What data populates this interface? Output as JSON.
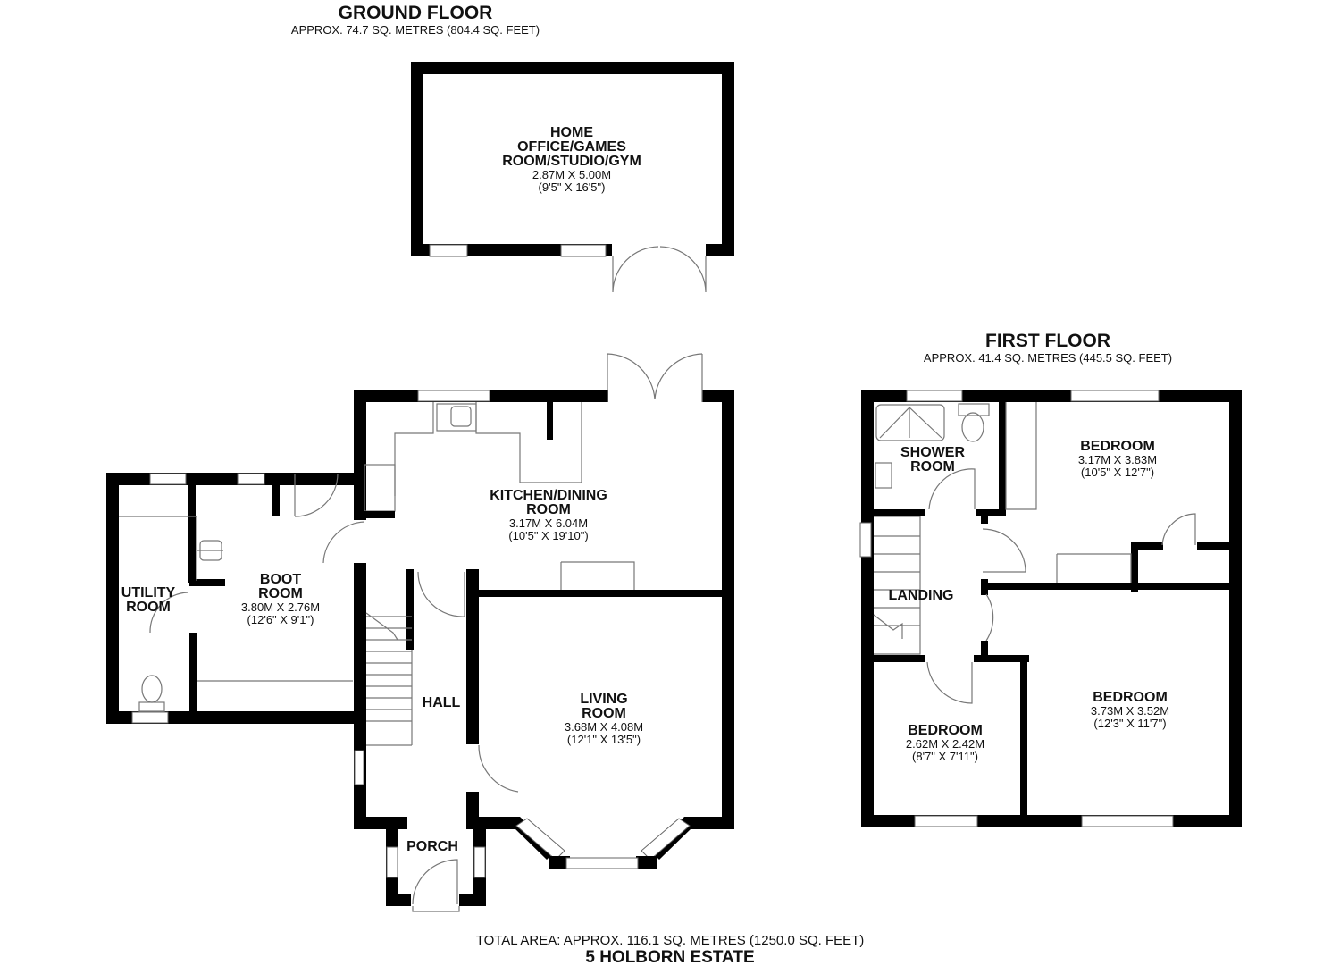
{
  "ground_floor": {
    "title": "GROUND FLOOR",
    "area": "APPROX. 74.7 SQ. METRES (804.4 SQ. FEET)",
    "rooms": [
      {
        "name_lines": [
          "HOME",
          "OFFICE/GAMES",
          "ROOM/STUDIO/GYM"
        ],
        "metric": "2.87M X 5.00M",
        "imperial": "(9'5\" X 16'5\")"
      },
      {
        "name_lines": [
          "KITCHEN/DINING",
          "ROOM"
        ],
        "metric": "3.17M X 6.04M",
        "imperial": "(10'5\" X 19'10\")"
      },
      {
        "name_lines": [
          "BOOT",
          "ROOM"
        ],
        "metric": "3.80M X 2.76M",
        "imperial": "(12'6\" X 9'1\")"
      },
      {
        "name_lines": [
          "UTILITY",
          "ROOM"
        ],
        "metric": "",
        "imperial": ""
      },
      {
        "name_lines": [
          "HALL"
        ],
        "metric": "",
        "imperial": ""
      },
      {
        "name_lines": [
          "LIVING",
          "ROOM"
        ],
        "metric": "3.68M X 4.08M",
        "imperial": "(12'1\" X 13'5\")"
      },
      {
        "name_lines": [
          "PORCH"
        ],
        "metric": "",
        "imperial": ""
      }
    ]
  },
  "first_floor": {
    "title": "FIRST FLOOR",
    "area": "APPROX. 41.4 SQ. METRES (445.5 SQ. FEET)",
    "rooms": [
      {
        "name_lines": [
          "SHOWER",
          "ROOM"
        ],
        "metric": "",
        "imperial": ""
      },
      {
        "name_lines": [
          "BEDROOM"
        ],
        "metric": "3.17M X 3.83M",
        "imperial": "(10'5\" X 12'7\")"
      },
      {
        "name_lines": [
          "LANDING"
        ],
        "metric": "",
        "imperial": ""
      },
      {
        "name_lines": [
          "BEDROOM"
        ],
        "metric": "2.62M X 2.42M",
        "imperial": "(8'7\" X 7'11\")"
      },
      {
        "name_lines": [
          "BEDROOM"
        ],
        "metric": "3.73M X 3.52M",
        "imperial": "(12'3\" X 11'7\")"
      }
    ]
  },
  "footer": {
    "total_area": "TOTAL AREA: APPROX. 116.1 SQ. METRES (1250.0 SQ. FEET)",
    "property_name": "5 HOLBORN ESTATE"
  }
}
